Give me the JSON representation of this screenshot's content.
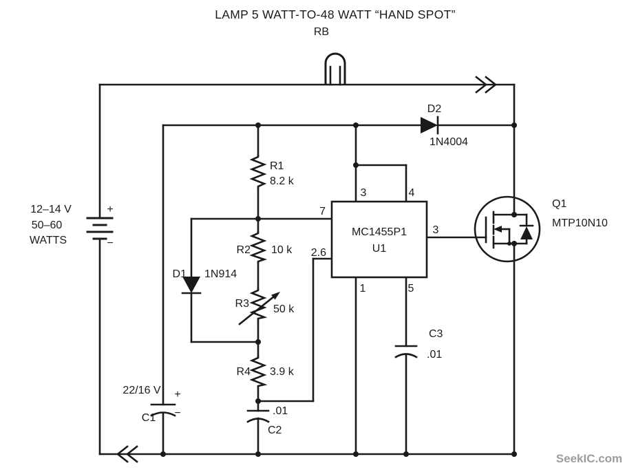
{
  "title": "LAMP 5 WATT-TO-48 WATT “HAND SPOT”",
  "watermark": "SeekIC.com",
  "battery": {
    "line1": "12–14 V",
    "line2": "50–60",
    "line3": "WATTS",
    "plus": "+",
    "minus": "−"
  },
  "lamp": {
    "ref": "RB"
  },
  "diodes": {
    "d1": {
      "ref": "D1",
      "part": "1N914"
    },
    "d2": {
      "ref": "D2",
      "part": "1N4004"
    }
  },
  "resistors": {
    "r1": {
      "ref": "R1",
      "value": "8.2 k"
    },
    "r2": {
      "ref": "R2",
      "value": "10 k"
    },
    "r3": {
      "ref": "R3",
      "value": "50 k"
    },
    "r4": {
      "ref": "R4",
      "value": "3.9 k"
    }
  },
  "capacitors": {
    "c1": {
      "ref": "C1",
      "value": "22/16 V",
      "plus": "+",
      "minus": "−"
    },
    "c2": {
      "ref": "C2",
      "value": ".01"
    },
    "c3": {
      "ref": "C3",
      "value": ".01"
    }
  },
  "ic": {
    "ref": "U1",
    "part": "MC1455P1",
    "pin3_top": "3",
    "pin4": "4",
    "pin7": "7",
    "pin26": "2.6",
    "pin1": "1",
    "pin5": "5",
    "pin3_out": "3"
  },
  "mosfet": {
    "ref": "Q1",
    "part": "MTP10N10"
  }
}
